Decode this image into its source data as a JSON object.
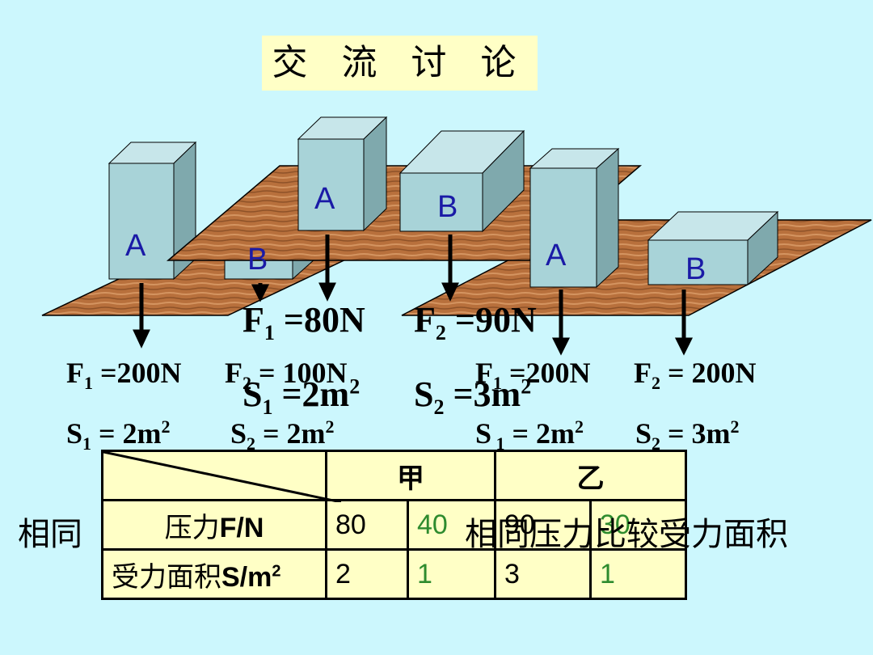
{
  "title": "交 流 讨 论",
  "boxes": [
    "A",
    "B",
    "A",
    "B",
    "A",
    "B"
  ],
  "left_labels": {
    "f1": "F",
    "f1_sub": "1",
    "f1_val": " =200N",
    "f2": "F",
    "f2_sub": "2",
    "f2_val": " = 100N",
    "s1": "S",
    "s1_sub": "1",
    "s1_val": " = 2m",
    "s1_sup": "2",
    "s2": "S",
    "s2_sub": "2",
    "s2_val": "  = 2m",
    "s2_sup": "2"
  },
  "center_labels": {
    "f1": "F",
    "f1_sub": "1",
    "f1_val": " =80N",
    "f2": "F",
    "f2_sub": "2",
    "f2_val": " =90N",
    "s1": "S",
    "s1_sub": "1",
    "s1_val": " =2m",
    "s1_sup": "2",
    "s2": "S",
    "s2_sub": "2",
    "s2_val": " =3m",
    "s2_sup": "2"
  },
  "right_labels": {
    "f1": "F",
    "f1_sub": "1",
    "f1_val": " =200N",
    "f2": "F",
    "f2_sub": "2",
    "f2_val": " = 200N",
    "s1": "S",
    "s1_sub": " 1",
    "s1_val": " = 2m",
    "s1_sup": "2",
    "s2": "S",
    "s2_sub": "2",
    "s2_val": " = 3m",
    "s2_sup": "2"
  },
  "overlay": {
    "left": "相同",
    "middle": "压力",
    "right": "相同压力比较受力面积"
  },
  "table": {
    "col_jia": "甲",
    "col_yi": "乙",
    "row1_label": "压力",
    "row1_unit": "F/N",
    "row1_values": [
      "80",
      "40",
      "90",
      "30"
    ],
    "row2_label": "受力面积",
    "row2_unit": "S/m",
    "row2_sup": "2",
    "row2_values": [
      "2",
      "1",
      "3",
      "1"
    ]
  }
}
